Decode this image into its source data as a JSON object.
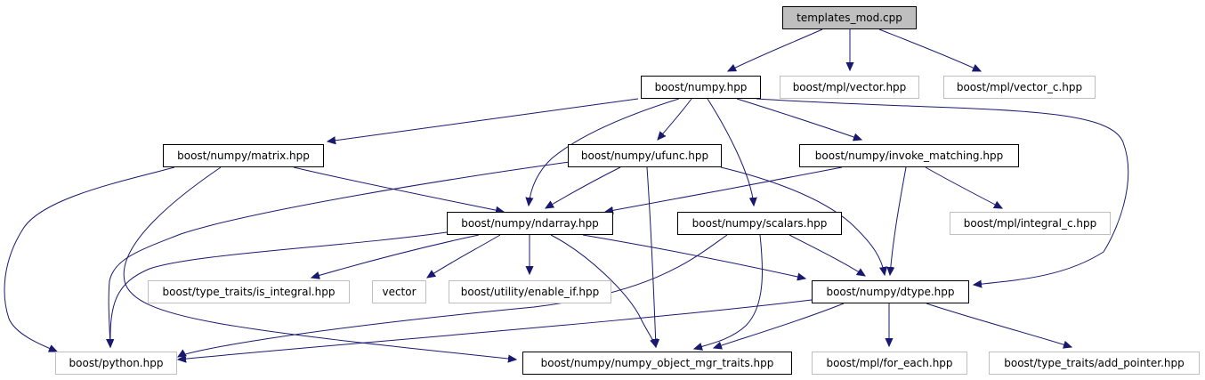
{
  "diagram": {
    "colors": {
      "edge": "#191970",
      "root_fill": "#bfbfbf",
      "internal_border": "#000000",
      "external_border": "#bfbfbf"
    },
    "nodes": [
      {
        "id": "root",
        "label": "templates_mod.cpp",
        "kind": "root"
      },
      {
        "id": "numpy",
        "label": "boost/numpy.hpp",
        "kind": "internal"
      },
      {
        "id": "mpl_vector",
        "label": "boost/mpl/vector.hpp",
        "kind": "external"
      },
      {
        "id": "mpl_vector_c",
        "label": "boost/mpl/vector_c.hpp",
        "kind": "external"
      },
      {
        "id": "matrix",
        "label": "boost/numpy/matrix.hpp",
        "kind": "internal"
      },
      {
        "id": "ufunc",
        "label": "boost/numpy/ufunc.hpp",
        "kind": "internal"
      },
      {
        "id": "invoke",
        "label": "boost/numpy/invoke_matching.hpp",
        "kind": "internal"
      },
      {
        "id": "ndarray",
        "label": "boost/numpy/ndarray.hpp",
        "kind": "internal"
      },
      {
        "id": "scalars",
        "label": "boost/numpy/scalars.hpp",
        "kind": "internal"
      },
      {
        "id": "integral_c",
        "label": "boost/mpl/integral_c.hpp",
        "kind": "external"
      },
      {
        "id": "is_integral",
        "label": "boost/type_traits/is_integral.hpp",
        "kind": "external"
      },
      {
        "id": "vector",
        "label": "vector",
        "kind": "external"
      },
      {
        "id": "enable_if",
        "label": "boost/utility/enable_if.hpp",
        "kind": "external"
      },
      {
        "id": "dtype",
        "label": "boost/numpy/dtype.hpp",
        "kind": "internal"
      },
      {
        "id": "python",
        "label": "boost/python.hpp",
        "kind": "external"
      },
      {
        "id": "omt",
        "label": "boost/numpy/numpy_object_mgr_traits.hpp",
        "kind": "internal"
      },
      {
        "id": "for_each",
        "label": "boost/mpl/for_each.hpp",
        "kind": "external"
      },
      {
        "id": "add_pointer",
        "label": "boost/type_traits/add_pointer.hpp",
        "kind": "external"
      }
    ],
    "edges": [
      {
        "from": "root",
        "to": "numpy"
      },
      {
        "from": "root",
        "to": "mpl_vector"
      },
      {
        "from": "root",
        "to": "mpl_vector_c"
      },
      {
        "from": "numpy",
        "to": "matrix"
      },
      {
        "from": "numpy",
        "to": "ufunc"
      },
      {
        "from": "numpy",
        "to": "ndarray"
      },
      {
        "from": "numpy",
        "to": "scalars"
      },
      {
        "from": "numpy",
        "to": "invoke"
      },
      {
        "from": "numpy",
        "to": "dtype"
      },
      {
        "from": "matrix",
        "to": "python"
      },
      {
        "from": "matrix",
        "to": "omt"
      },
      {
        "from": "matrix",
        "to": "ndarray"
      },
      {
        "from": "ufunc",
        "to": "python"
      },
      {
        "from": "ufunc",
        "to": "ndarray"
      },
      {
        "from": "ufunc",
        "to": "omt"
      },
      {
        "from": "ufunc",
        "to": "dtype"
      },
      {
        "from": "invoke",
        "to": "ndarray"
      },
      {
        "from": "invoke",
        "to": "dtype"
      },
      {
        "from": "invoke",
        "to": "integral_c"
      },
      {
        "from": "ndarray",
        "to": "python"
      },
      {
        "from": "ndarray",
        "to": "is_integral"
      },
      {
        "from": "ndarray",
        "to": "vector"
      },
      {
        "from": "ndarray",
        "to": "enable_if"
      },
      {
        "from": "ndarray",
        "to": "omt"
      },
      {
        "from": "ndarray",
        "to": "dtype"
      },
      {
        "from": "scalars",
        "to": "python"
      },
      {
        "from": "scalars",
        "to": "omt"
      },
      {
        "from": "scalars",
        "to": "dtype"
      },
      {
        "from": "dtype",
        "to": "python"
      },
      {
        "from": "dtype",
        "to": "omt"
      },
      {
        "from": "dtype",
        "to": "for_each"
      },
      {
        "from": "dtype",
        "to": "add_pointer"
      }
    ]
  }
}
